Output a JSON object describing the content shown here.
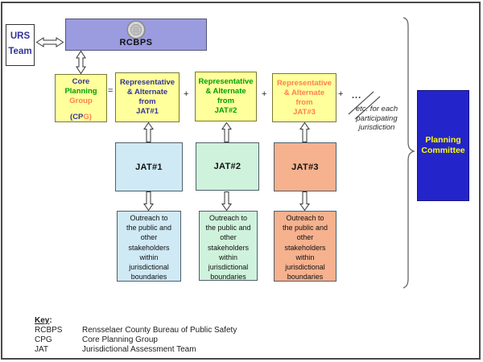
{
  "diagram": {
    "urs_team": {
      "line1": "URS",
      "line2": "Team"
    },
    "rcbps": {
      "label": "RCBPS"
    },
    "cpg": {
      "line1": "Core",
      "line2": "Planning",
      "line3": "Group",
      "abbr_open": "(CP",
      "abbr_close": "G)"
    },
    "operators": {
      "equals": "=",
      "plus": "+",
      "ellipsis": "..."
    },
    "representatives": [
      {
        "text": "Representative\n& Alternate\nfrom\nJAT#1",
        "color": "#333399"
      },
      {
        "text": "Representative\n& Alternate\nfrom\nJAT#2",
        "color": "#00a000"
      },
      {
        "text": "Representative\n& Alternate\nfrom\nJAT#3",
        "color": "#ff7f50"
      }
    ],
    "jats": [
      {
        "label": "JAT#1",
        "color": "#cfe9f5"
      },
      {
        "label": "JAT#2",
        "color": "#cff2dc"
      },
      {
        "label": "JAT#3",
        "color": "#f6b18e"
      }
    ],
    "outreach": [
      {
        "text": "Outreach to\nthe public and\nother\nstakeholders\nwithin\njurisdictional\nboundaries",
        "color": "#cfe9f5"
      },
      {
        "text": "Outreach to\nthe public and\nother\nstakeholders\nwithin\njurisdictional\nboundaries",
        "color": "#cff2dc"
      },
      {
        "text": "Outreach to\nthe public and\nother\nstakeholders\nwithin\njurisdictional\nboundaries",
        "color": "#f6b18e"
      }
    ],
    "etc_note": {
      "line1": "etc. for each",
      "line2": "participating",
      "line3": "jurisdiction"
    },
    "planning_committee": {
      "text": "Planning\nCommittee"
    }
  },
  "key": {
    "title": "Key",
    "colon": ":",
    "entries": [
      {
        "abbr": "RCBPS",
        "definition": "Rensselaer County Bureau of Public Safety"
      },
      {
        "abbr": "CPG",
        "definition": "Core Planning Group"
      },
      {
        "abbr": "JAT",
        "definition": "Jurisdictional Assessment Team"
      }
    ]
  },
  "icons": {
    "seal": "rcbps-seal-icon",
    "double_arrow": "double-headed-hollow-arrow",
    "up_arrow": "hollow-up-arrow",
    "down_arrow": "hollow-down-arrow",
    "break_mark": "sequence-break-slashes",
    "brace": "grouping-brace"
  },
  "colors": {
    "navy": "#333399",
    "green": "#00a000",
    "coral": "#ff7f50",
    "yellow_box": "#ffff9b",
    "lavender_box": "#9b9be0",
    "committee_bg": "#2424cb",
    "committee_fg": "#ffff00"
  }
}
